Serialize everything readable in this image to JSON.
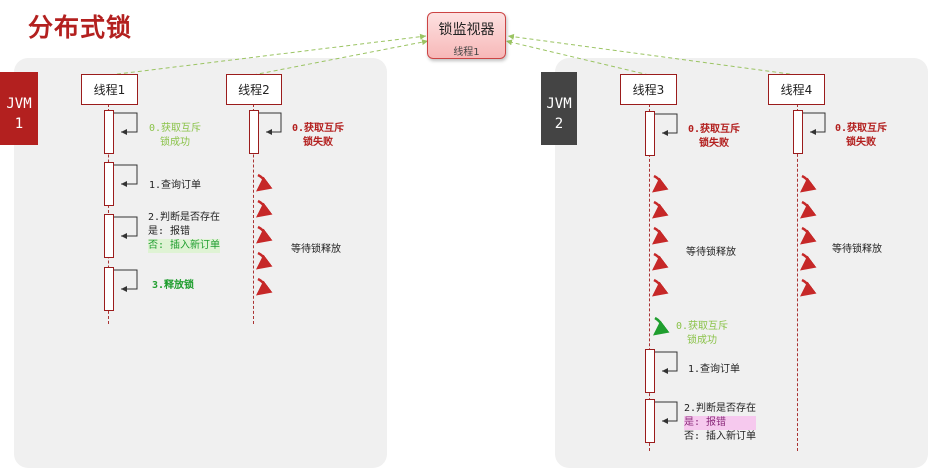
{
  "title": "分布式锁",
  "monitor": {
    "title": "锁监视器",
    "owner": "线程1"
  },
  "jvm1": {
    "line1": "JVM",
    "line2": "1",
    "color": "#b3201f"
  },
  "jvm2": {
    "line1": "JVM",
    "line2": "2",
    "color": "#444444"
  },
  "threads": [
    "线程1",
    "线程2",
    "线程3",
    "线程4"
  ],
  "t1": {
    "acquire_success": [
      "0.获取互斥",
      "锁成功"
    ],
    "query_order": "1.查询订单",
    "judge": [
      "2.判断是否存在",
      "是: 报错",
      "否: 插入新订单"
    ],
    "release": "3.释放锁"
  },
  "t2": {
    "acquire_fail": [
      "0.获取互斥",
      "锁失败"
    ],
    "wait": "等待锁释放"
  },
  "t3": {
    "acquire_fail": [
      "0.获取互斥",
      "锁失败"
    ],
    "wait": "等待锁释放",
    "acquire_success": [
      "0.获取互斥",
      "锁成功"
    ],
    "query_order": "1.查询订单",
    "judge": [
      "2.判断是否存在",
      "是: 报错",
      "否: 插入新订单"
    ]
  },
  "t4": {
    "acquire_fail": [
      "0.获取互斥",
      "锁失败"
    ],
    "wait": "等待锁释放"
  }
}
